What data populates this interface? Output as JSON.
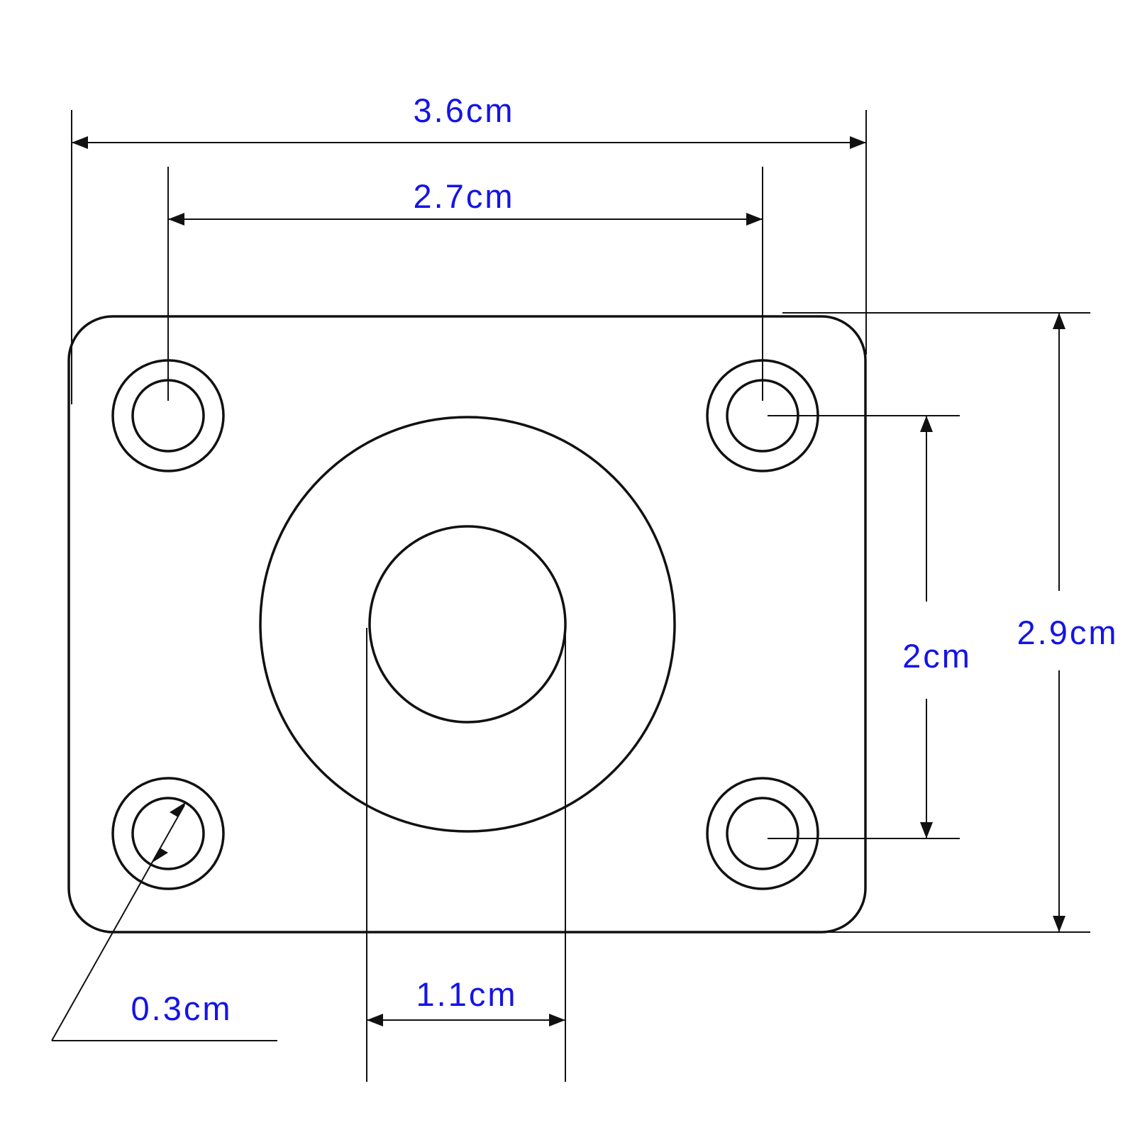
{
  "colors": {
    "line": "#111111",
    "label": "#1414e6"
  },
  "dimensions": {
    "overall_width": "3.6cm",
    "hole_spacing_horizontal": "2.7cm",
    "overall_height": "2.9cm",
    "hole_spacing_vertical": "2cm",
    "center_hole_diameter": "1.1cm",
    "mounting_hole_diameter": "0.3cm"
  }
}
